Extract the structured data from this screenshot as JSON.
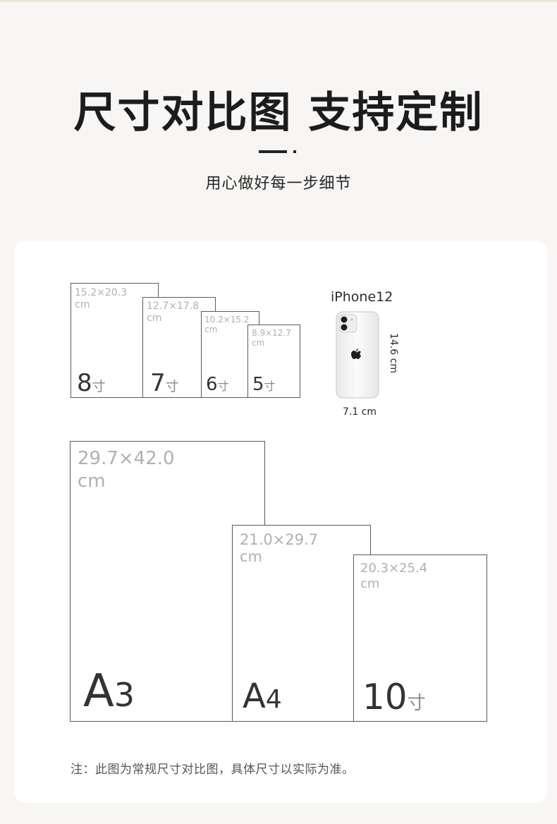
{
  "header": {
    "title": "尺寸对比图 支持定制",
    "subtitle": "用心做好每一步细节"
  },
  "photo_sizes": [
    {
      "dim": "15.2×20.3\ncm",
      "num": "8",
      "unit": "寸"
    },
    {
      "dim": "12.7×17.8\ncm",
      "num": "7",
      "unit": "寸"
    },
    {
      "dim": "10.2×15.2\ncm",
      "num": "6",
      "unit": "寸"
    },
    {
      "dim": "8.9×12.7\ncm",
      "num": "5",
      "unit": "寸"
    }
  ],
  "phone": {
    "label": "iPhone12",
    "height_dim": "14.6 cm",
    "width_dim": "7.1 cm"
  },
  "paper_sizes": [
    {
      "dim": "29.7×42.0\ncm",
      "letter": "A",
      "num": "3"
    },
    {
      "dim": "21.0×29.7\ncm",
      "letter": "A",
      "num": "4"
    },
    {
      "dim": "20.3×25.4\ncm",
      "num": "10",
      "unit": "寸"
    }
  ],
  "footer": {
    "note": "注：此图为常规尺寸对比图，具体尺寸以实际为准。"
  }
}
